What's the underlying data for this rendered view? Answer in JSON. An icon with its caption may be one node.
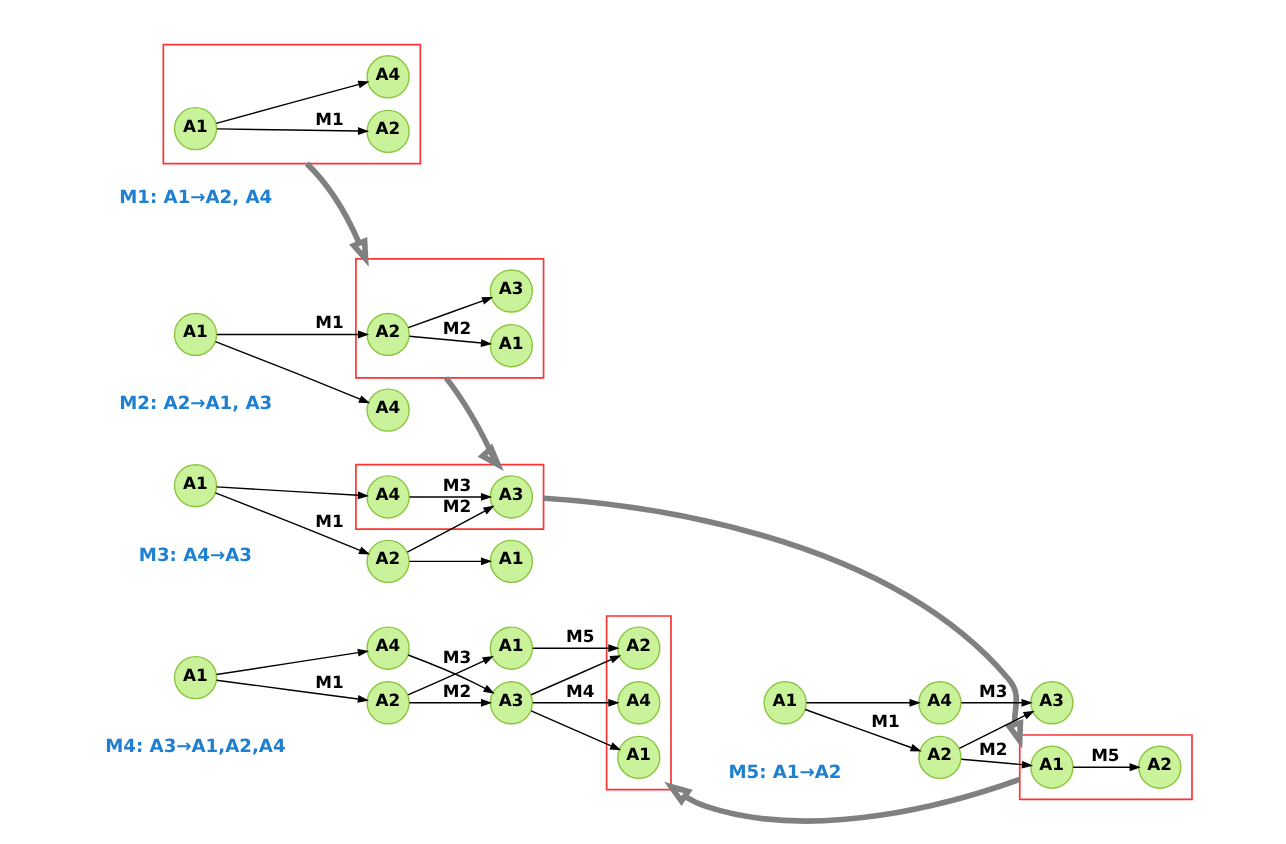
{
  "diagram": {
    "nodes": [
      {
        "text": [],
        "shape": "box"
      },
      {
        "text": [
          "A1"
        ],
        "in": 0
      },
      {
        "text": [
          "A2"
        ],
        "in": 0
      },
      {
        "text": [
          "A4"
        ],
        "in": 0
      },
      {
        "text": [
          "A1"
        ]
      },
      {
        "text": [],
        "shape": "box"
      },
      {
        "text": [
          "A2"
        ],
        "in": 5
      },
      {
        "text": [
          "A1"
        ],
        "in": 5
      },
      {
        "text": [
          "A3"
        ],
        "in": 5
      },
      {
        "text": [
          "A4"
        ]
      },
      {
        "text": [
          "A1"
        ]
      },
      {
        "text": [
          "A1"
        ]
      },
      {
        "text": [
          "A2"
        ]
      },
      {
        "text": [],
        "shape": "box"
      },
      {
        "text": [
          "A3"
        ],
        "in": 13
      },
      {
        "text": [
          "A4"
        ],
        "in": 13
      },
      {
        "text": [
          "A1"
        ]
      },
      {
        "text": [
          "A2"
        ]
      },
      {
        "text": [
          "A4"
        ]
      },
      {
        "text": [
          "A1"
        ]
      },
      {
        "text": [
          "A3"
        ]
      },
      {
        "text": [],
        "shape": "box"
      },
      {
        "text": [
          "A1"
        ],
        "in": 21
      },
      {
        "text": [
          "A2"
        ],
        "in": 21
      },
      {
        "text": [
          "A4"
        ],
        "in": 21
      },
      {
        "text": [
          "A1"
        ]
      },
      {
        "text": [
          "A2"
        ]
      },
      {
        "text": [
          "A4"
        ]
      },
      {
        "text": [
          "A3"
        ]
      },
      {
        "text": [],
        "shape": "box"
      },
      {
        "text": [
          "A1"
        ],
        "in": 29
      },
      {
        "text": [
          "A2"
        ],
        "in": 29
      }
    ],
    "edges": [
      {
        "from": 1,
        "to": 2,
        "arrow": "to",
        "label": "M1"
      },
      {
        "from": 1,
        "to": 3,
        "arrow": "to"
      },
      {
        "from": 4,
        "to": 6,
        "arrow": "to",
        "label": "M1"
      },
      {
        "from": 4,
        "to": 9,
        "arrow": "to"
      },
      {
        "from": 6,
        "to": 7,
        "arrow": "to",
        "label": "M2"
      },
      {
        "from": 6,
        "to": 8,
        "arrow": "to"
      },
      {
        "from": 10,
        "to": 12,
        "arrow": "to",
        "label": "M1"
      },
      {
        "from": 10,
        "to": 15,
        "arrow": "to"
      },
      {
        "from": 12,
        "to": 11,
        "arrow": "to"
      },
      {
        "from": 12,
        "to": 14,
        "arrow": "to",
        "label": "M2"
      },
      {
        "from": 15,
        "to": 14,
        "arrow": "to",
        "label": "M3"
      },
      {
        "from": 16,
        "to": 17,
        "arrow": "to",
        "label": "M1"
      },
      {
        "from": 16,
        "to": 18,
        "arrow": "to"
      },
      {
        "from": 17,
        "to": 19,
        "arrow": "to"
      },
      {
        "from": 17,
        "to": 20,
        "arrow": "to",
        "label": "M2"
      },
      {
        "from": 18,
        "to": 20,
        "arrow": "to",
        "label": "M3"
      },
      {
        "from": 19,
        "to": 23,
        "arrow": "to",
        "label": "M5"
      },
      {
        "from": 20,
        "to": 22,
        "arrow": "to"
      },
      {
        "from": 20,
        "to": 23,
        "arrow": "to"
      },
      {
        "from": 20,
        "to": 24,
        "arrow": "to",
        "label": "M4"
      },
      {
        "from": 25,
        "to": 26,
        "arrow": "to",
        "label": "M1"
      },
      {
        "from": 25,
        "to": 27,
        "arrow": "to"
      },
      {
        "from": 26,
        "to": 30,
        "arrow": "to",
        "label": "M2"
      },
      {
        "from": 26,
        "to": 28,
        "arrow": "to"
      },
      {
        "from": 27,
        "to": 28,
        "arrow": "to",
        "label": "M3"
      },
      {
        "from": 30,
        "to": 31,
        "arrow": "to",
        "label": "M5"
      },
      {
        "from": 0,
        "to": 5,
        "arrow": "to",
        "style": "thick",
        "color": "#808080"
      },
      {
        "from": 5,
        "to": 13,
        "arrow": "to",
        "style": "thick",
        "color": "#808080"
      },
      {
        "from": 13,
        "to": 29,
        "arrow": "to",
        "style": "thick",
        "color": "#808080"
      },
      {
        "from": 29,
        "to": 21,
        "arrow": "to",
        "style": "thick",
        "color": "#808080"
      }
    ],
    "labels": [
      "M1: A1→A2, A4",
      "M2: A2→A1, A3",
      "M3: A4→A3",
      "M4: A3→A1,A2,A4",
      "M5: A1→A2"
    ]
  }
}
